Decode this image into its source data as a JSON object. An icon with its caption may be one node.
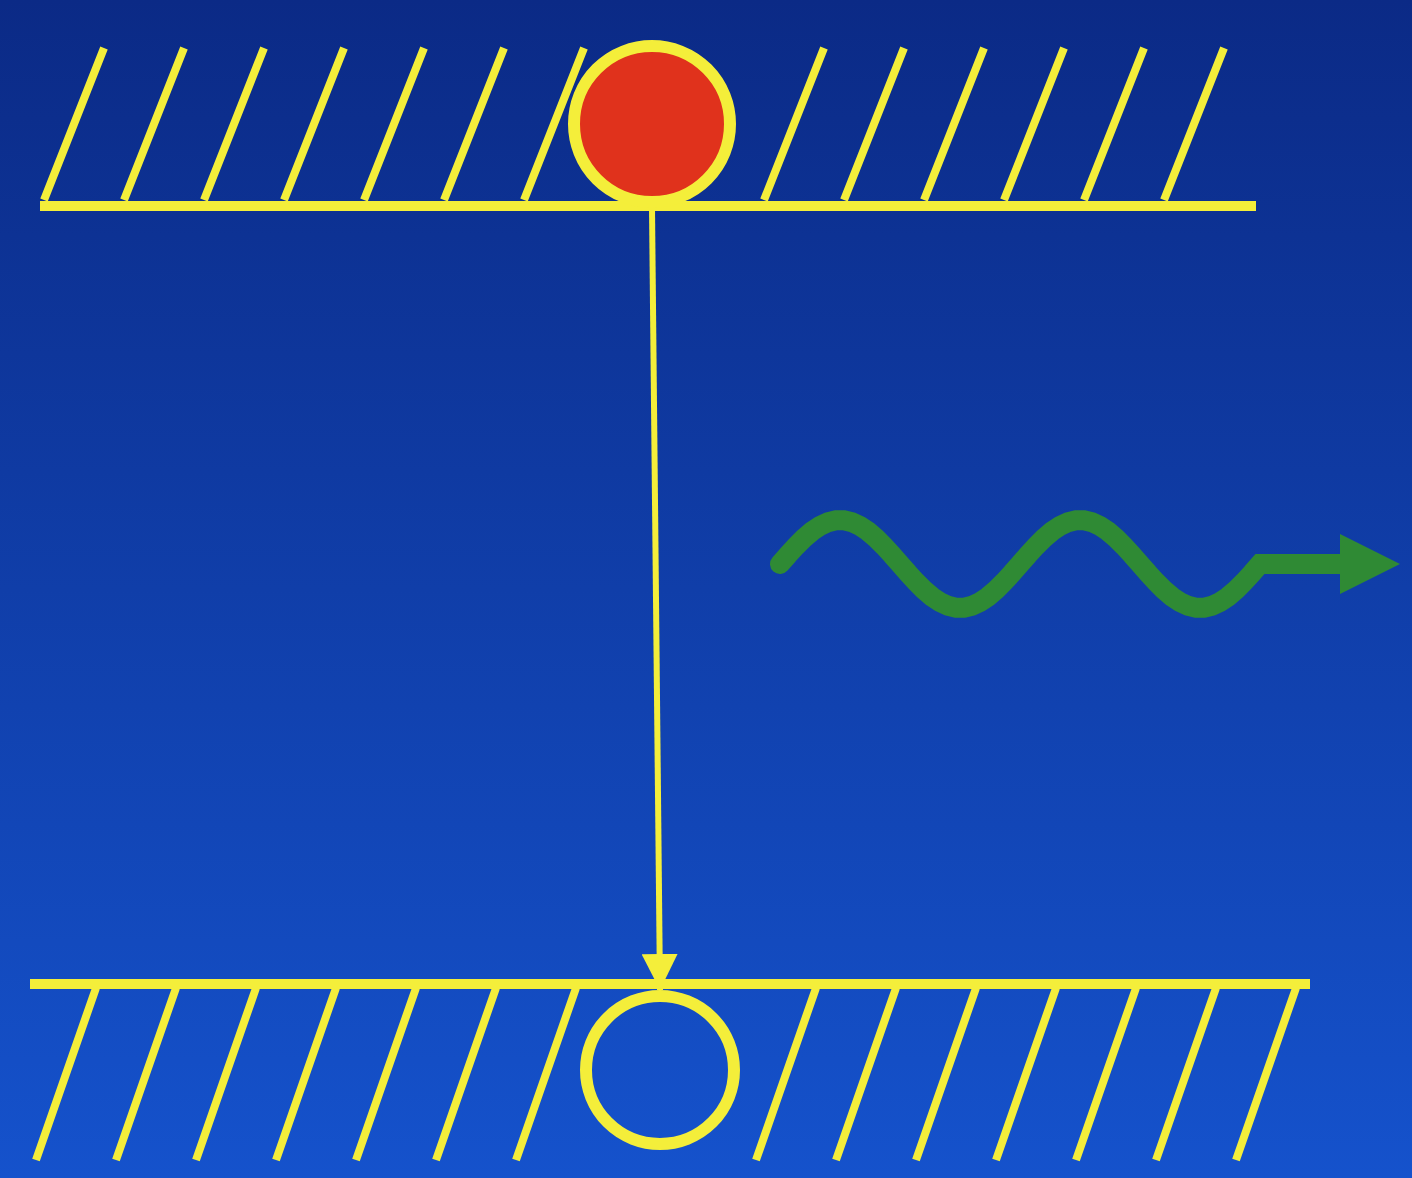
{
  "diagram": {
    "nodes": [
      {
        "text": [],
        "shape": "circle"
      },
      {
        "text": [],
        "shape": "circle"
      }
    ],
    "edges": [
      {
        "from": 0,
        "to": 1,
        "arrow": "to"
      }
    ]
  }
}
